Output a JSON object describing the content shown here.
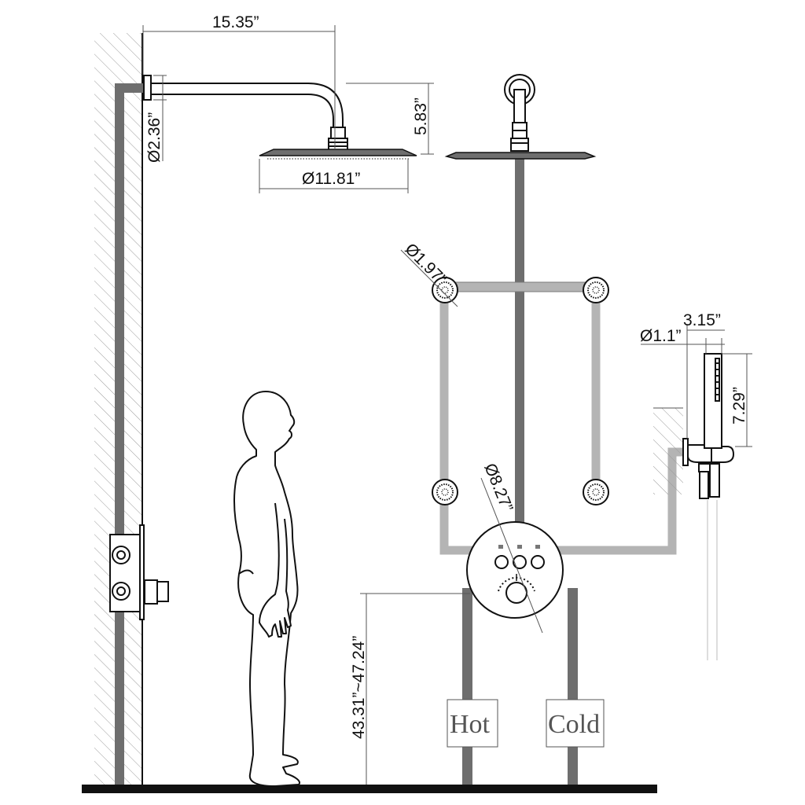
{
  "dimensions": {
    "arm_length": "15.35”",
    "wall_flange": "Ø2.36”",
    "head_drop": "5.83”",
    "head_diameter": "Ø11.81”",
    "body_jet": "Ø1.97”",
    "valve_plate": "Ø8.27”",
    "handheld_diameter": "Ø1.1”",
    "handheld_offset": "3.15”",
    "handheld_length": "7.29”",
    "valve_height": "43.31”~47.24”"
  },
  "supply": {
    "hot": "Hot",
    "cold": "Cold"
  },
  "colors": {
    "pipe_dark": "#6e6e6e",
    "pipe_light": "#b4b4b4",
    "line": "#111111",
    "hatch": "#9a9a9a"
  }
}
